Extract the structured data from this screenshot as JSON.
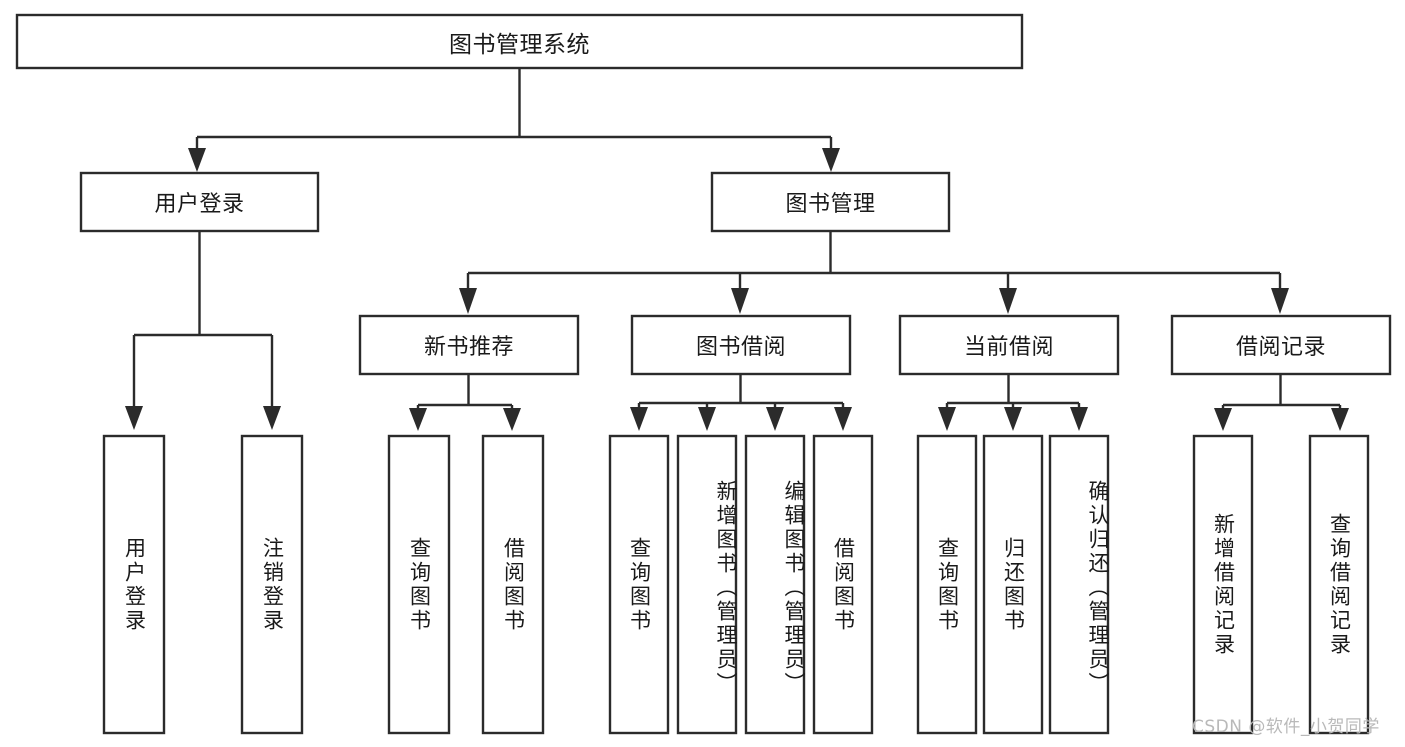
{
  "diagram": {
    "type": "tree-hierarchy-chart",
    "title": "图书管理系统",
    "root": {
      "label": "图书管理系统"
    },
    "level2": [
      {
        "label": "用户登录"
      },
      {
        "label": "图书管理"
      }
    ],
    "level3": [
      {
        "label": "新书推荐"
      },
      {
        "label": "图书借阅"
      },
      {
        "label": "当前借阅"
      },
      {
        "label": "借阅记录"
      }
    ],
    "leaves": {
      "user_login": [
        {
          "label": "用户登录"
        },
        {
          "label": "注销登录"
        }
      ],
      "new_book_recommend": [
        {
          "label": "查询图书"
        },
        {
          "label": "借阅图书"
        }
      ],
      "book_borrow": [
        {
          "label": "查询图书"
        },
        {
          "label": "新增图书（管理员）"
        },
        {
          "label": "编辑图书（管理员）"
        },
        {
          "label": "借阅图书"
        }
      ],
      "current_borrow": [
        {
          "label": "查询图书"
        },
        {
          "label": "归还图书"
        },
        {
          "label": "确认归还（管理员）"
        }
      ],
      "borrow_records": [
        {
          "label": "新增借阅记录"
        },
        {
          "label": "查询借阅记录"
        }
      ]
    },
    "watermark": "CSDN @软件_小贺同学",
    "colors": {
      "stroke": "#2b2b2b",
      "fill": "#ffffff",
      "text": "#1a1a1a",
      "watermark": "#b9b9b9",
      "background": "#ffffff"
    }
  }
}
